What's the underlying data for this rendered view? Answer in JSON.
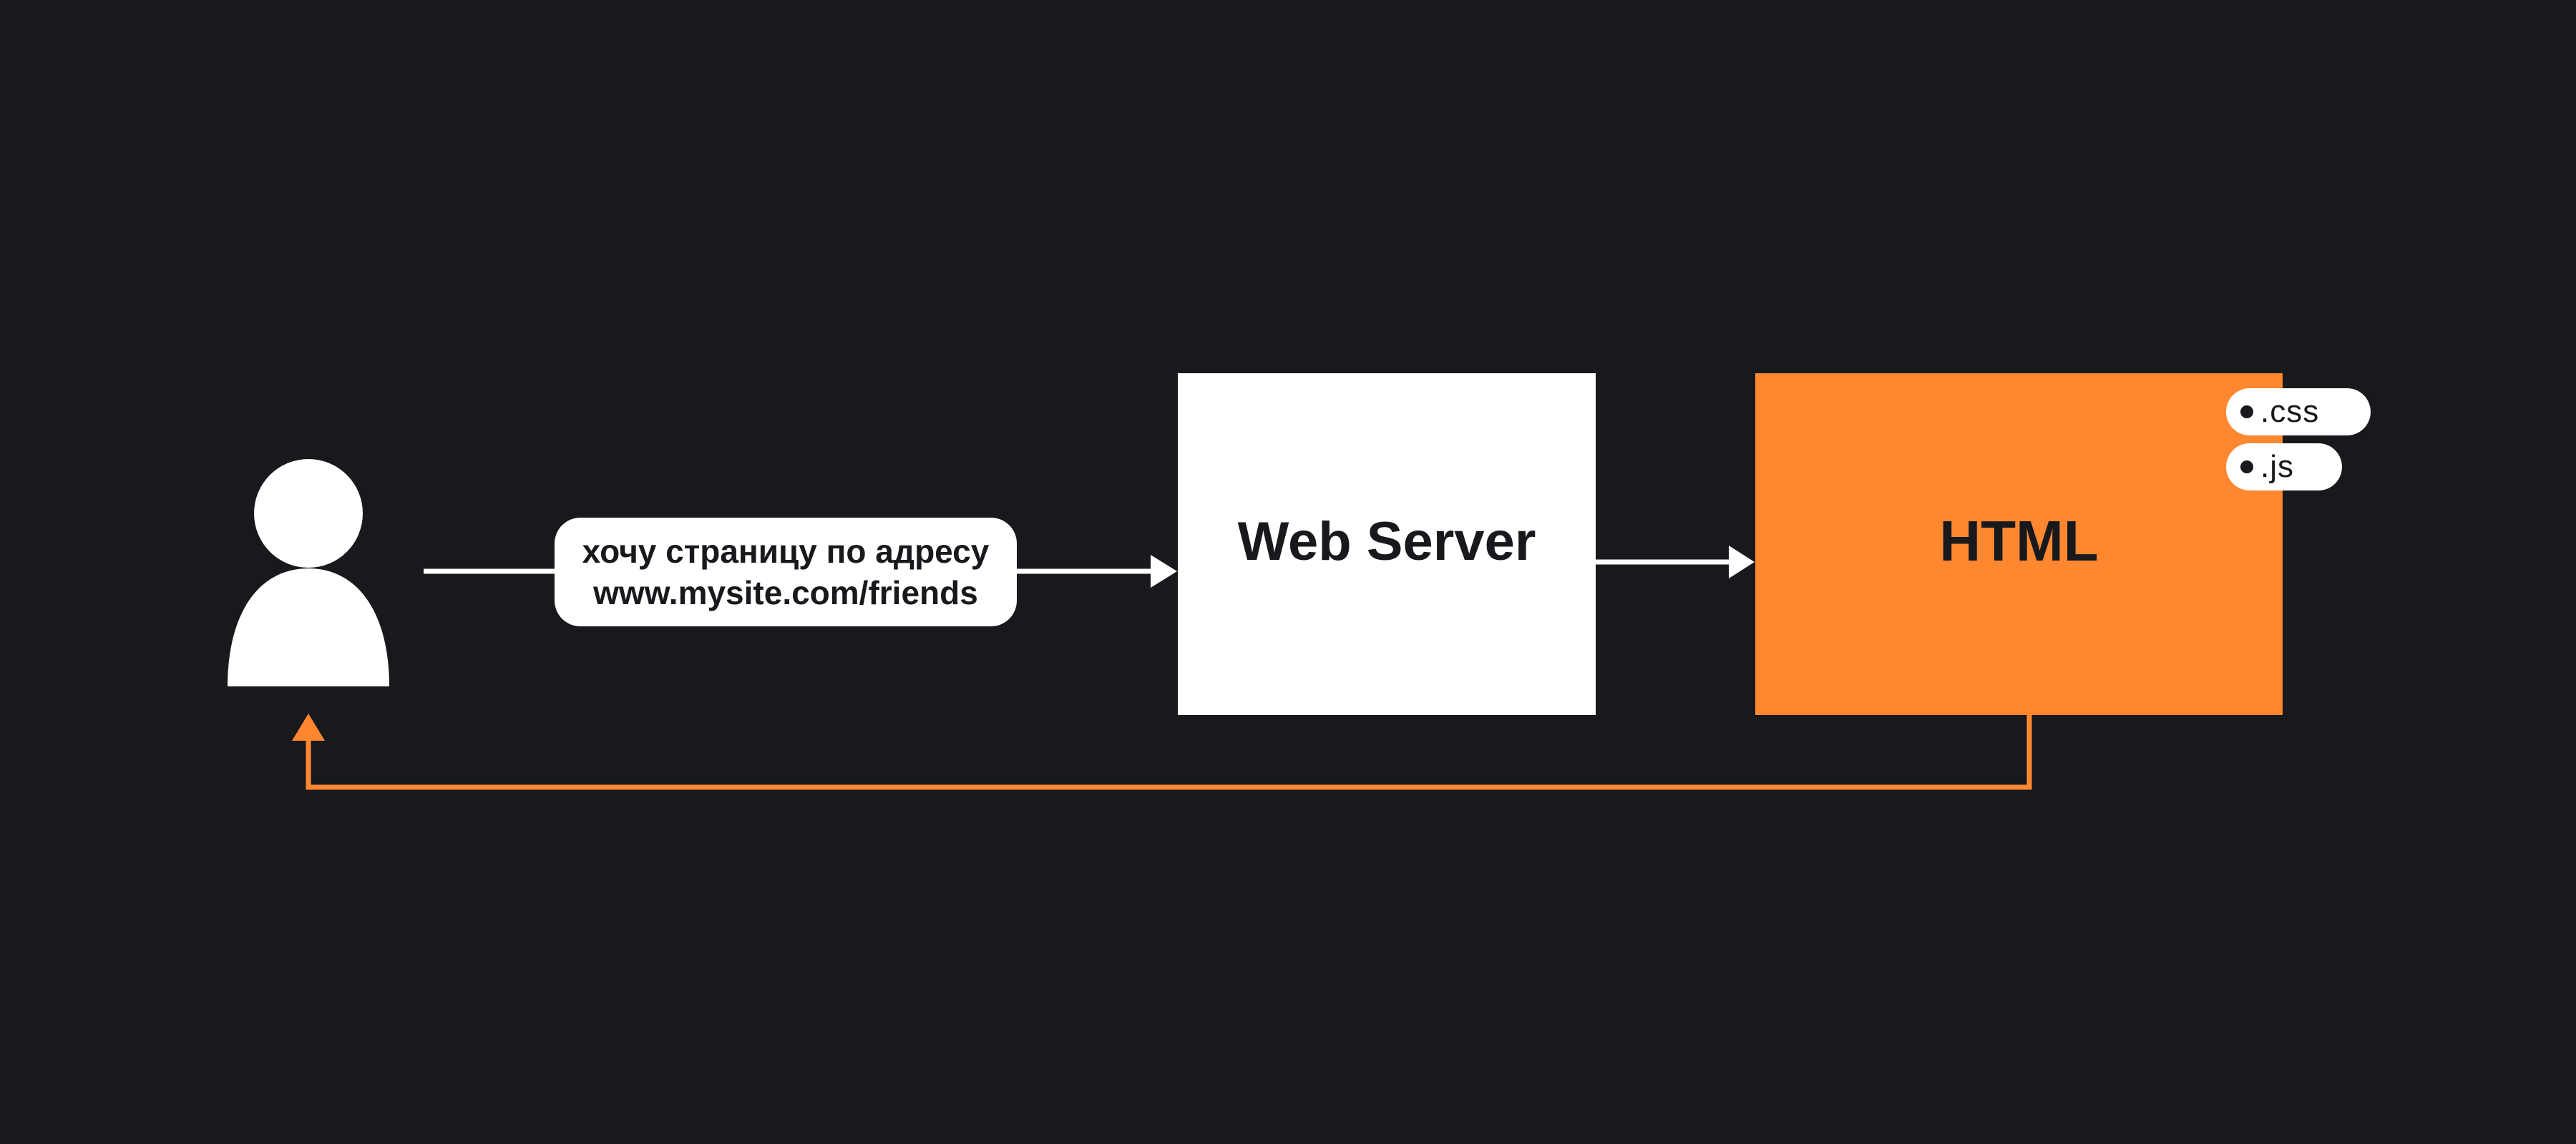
{
  "colors": {
    "background": "#18191d",
    "foreground": "#ffffff",
    "accent": "#ff8730",
    "text_dark": "#18191d"
  },
  "user": {
    "icon": "user-icon"
  },
  "request": {
    "line1": "хочу страницу по адресу",
    "line2": "www.mysite.com/friends"
  },
  "server": {
    "label": "Web Server"
  },
  "response": {
    "label": "HTML",
    "assets": [
      ".css",
      ".js"
    ]
  }
}
